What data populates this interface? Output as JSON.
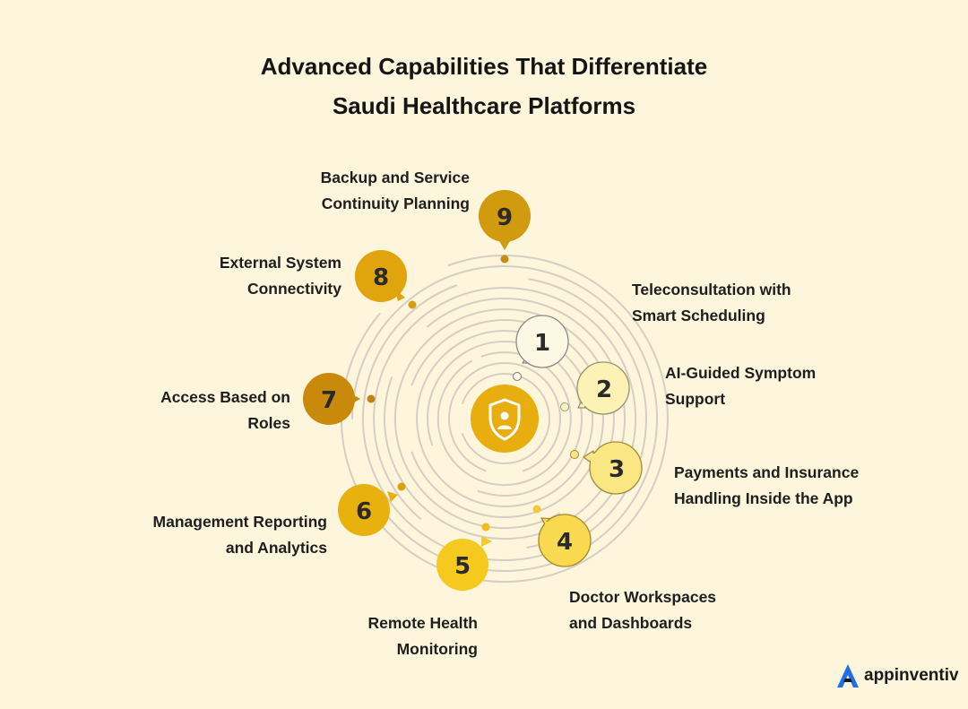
{
  "title": {
    "line1": "Advanced Capabilities That Differentiate",
    "line2": "Saudi Healthcare Platforms"
  },
  "center_icon": "shield-user-icon",
  "capabilities": [
    {
      "num": "1",
      "line1": "Teleconsultation with",
      "line2": "Smart Scheduling",
      "color": "#fdf8e4"
    },
    {
      "num": "2",
      "line1": "AI-Guided Symptom",
      "line2": "Support",
      "color": "#fdf2b6"
    },
    {
      "num": "3",
      "line1": "Payments and Insurance",
      "line2": "Handling Inside the App",
      "color": "#fbe684"
    },
    {
      "num": "4",
      "line1": "Doctor Workspaces",
      "line2": "and Dashboards",
      "color": "#f9d950"
    },
    {
      "num": "5",
      "line1": "Remote Health",
      "line2": "Monitoring",
      "color": "#f6c91e"
    },
    {
      "num": "6",
      "line1": "Management Reporting",
      "line2": "and Analytics",
      "color": "#e9b10d"
    },
    {
      "num": "7",
      "line1": "Access Based on",
      "line2": "Roles",
      "color": "#c98a0c"
    },
    {
      "num": "8",
      "line1": "External System",
      "line2": "Connectivity",
      "color": "#e0a40d"
    },
    {
      "num": "9",
      "line1": "Backup and Service",
      "line2": "Continuity Planning",
      "color": "#d29a0e"
    }
  ],
  "brand": {
    "name": "appinventiv",
    "accent": "#1f6feb"
  }
}
